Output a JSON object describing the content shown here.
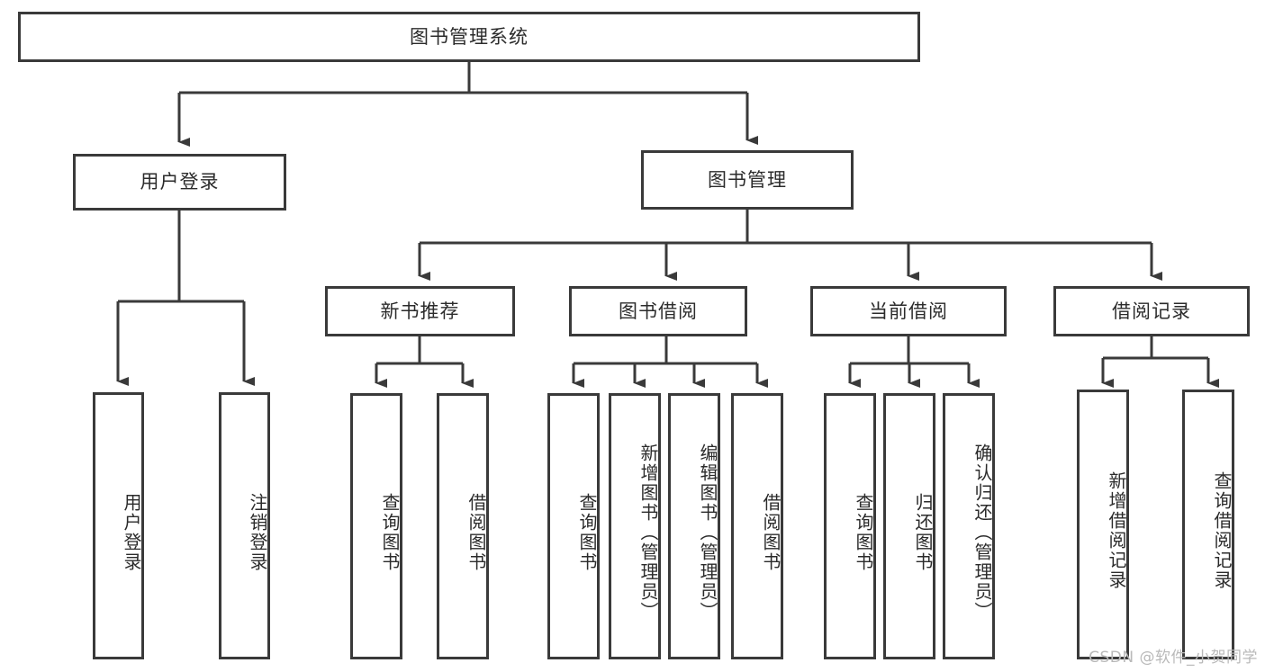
{
  "diagram": {
    "title": "图书管理系统",
    "type": "tree",
    "orientation": "top-down"
  },
  "nodes": {
    "root": {
      "label": "图书管理系统",
      "level": 1
    },
    "level2": [
      {
        "id": "user-login",
        "label": "用户登录"
      },
      {
        "id": "book-manage",
        "label": "图书管理"
      }
    ],
    "level3": [
      {
        "id": "new-book-rec",
        "label": "新书推荐"
      },
      {
        "id": "book-borrow",
        "label": "图书借阅"
      },
      {
        "id": "current-borrow",
        "label": "当前借阅"
      },
      {
        "id": "borrow-record",
        "label": "借阅记录"
      }
    ],
    "leaves": {
      "user_login": [
        {
          "id": "leaf-user-login",
          "label": "用户登录"
        },
        {
          "id": "leaf-logout",
          "label": "注销登录"
        }
      ],
      "new_book_rec": [
        {
          "id": "leaf-query-book-1",
          "label": "查询图书"
        },
        {
          "id": "leaf-borrow-book-1",
          "label": "借阅图书"
        }
      ],
      "book_borrow": [
        {
          "id": "leaf-query-book-2",
          "label": "查询图书"
        },
        {
          "id": "leaf-add-book",
          "label": "新增图书（管理员）"
        },
        {
          "id": "leaf-edit-book",
          "label": "编辑图书（管理员）"
        },
        {
          "id": "leaf-borrow-book-2",
          "label": "借阅图书"
        }
      ],
      "current_borrow": [
        {
          "id": "leaf-query-book-3",
          "label": "查询图书"
        },
        {
          "id": "leaf-return-book",
          "label": "归还图书"
        },
        {
          "id": "leaf-confirm-return",
          "label": "确认归还（管理员）"
        }
      ],
      "borrow_record": [
        {
          "id": "leaf-add-record",
          "label": "新增借阅记录"
        },
        {
          "id": "leaf-query-record",
          "label": "查询借阅记录"
        }
      ]
    }
  },
  "watermark": {
    "text": "CSDN @软件_小贺同学"
  },
  "colors": {
    "stroke": "#3a3a3a",
    "text": "#2b2b2b",
    "background": "#ffffff",
    "watermark": "#b9b9b9"
  }
}
